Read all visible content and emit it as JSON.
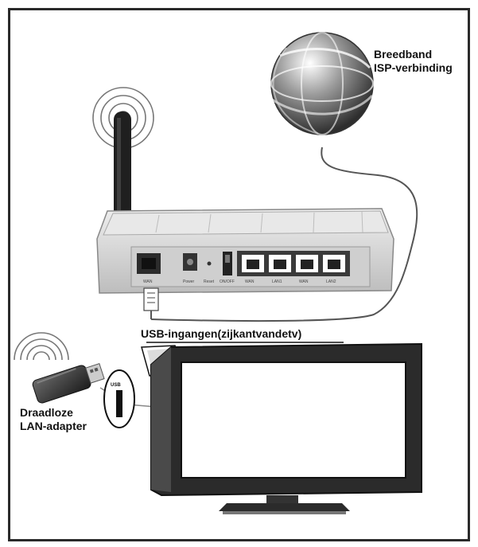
{
  "labels": {
    "isp_line1": "Breedband",
    "isp_line2": "ISP-verbinding",
    "usb_ports": "USB-ingangen(zijkantvandetv)",
    "adapter_line1": "Draadloze",
    "adapter_line2": "LAN-adapter"
  },
  "router_ports": {
    "wan": "WAN",
    "power": "Power",
    "reset": "Reset",
    "switch": "ON/OFF",
    "lan": [
      "WAN",
      "LAN1",
      "WAN",
      "LAN2"
    ]
  },
  "usb_tag": "USB",
  "colors": {
    "frame": "#2a2a2a",
    "router_body": "#d9d9d9",
    "cable": "#555555",
    "tv_bezel": "#2b2b2b"
  }
}
